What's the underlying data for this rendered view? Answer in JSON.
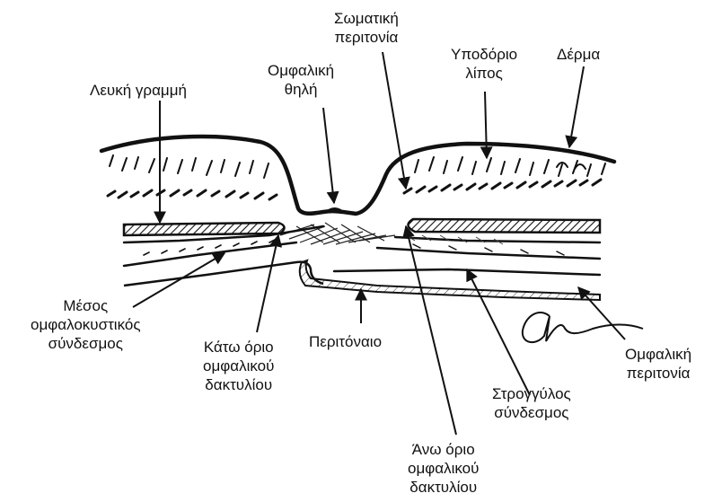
{
  "labels": {
    "linea_alba": [
      "Λευκή γραμμή"
    ],
    "umbilical_papilla": [
      "Ομφαλική",
      "θηλή"
    ],
    "somatic_fascia": [
      "Σωματική",
      "περιτονία"
    ],
    "subcutaneous_fat": [
      "Υποδόριο",
      "λίπος"
    ],
    "skin": [
      "Δέρμα"
    ],
    "median_umbilical_ligament": [
      "Μέσος",
      "ομφαλοκυστικός",
      "σύνδεσμος"
    ],
    "lower_ring_margin": [
      "Κάτω όριο",
      "ομφαλικού",
      "δακτυλίου"
    ],
    "peritoneum": [
      "Περιτόναιο"
    ],
    "round_ligament": [
      "Στρογγύλος",
      "σύνδεσμος"
    ],
    "umbilical_fascia": [
      "Ομφαλική",
      "περιτονία"
    ],
    "upper_ring_margin": [
      "Άνω όριο",
      "ομφαλικού",
      "δακτυλίου"
    ]
  },
  "colors": {
    "ink": "#111111",
    "background": "#ffffff"
  }
}
